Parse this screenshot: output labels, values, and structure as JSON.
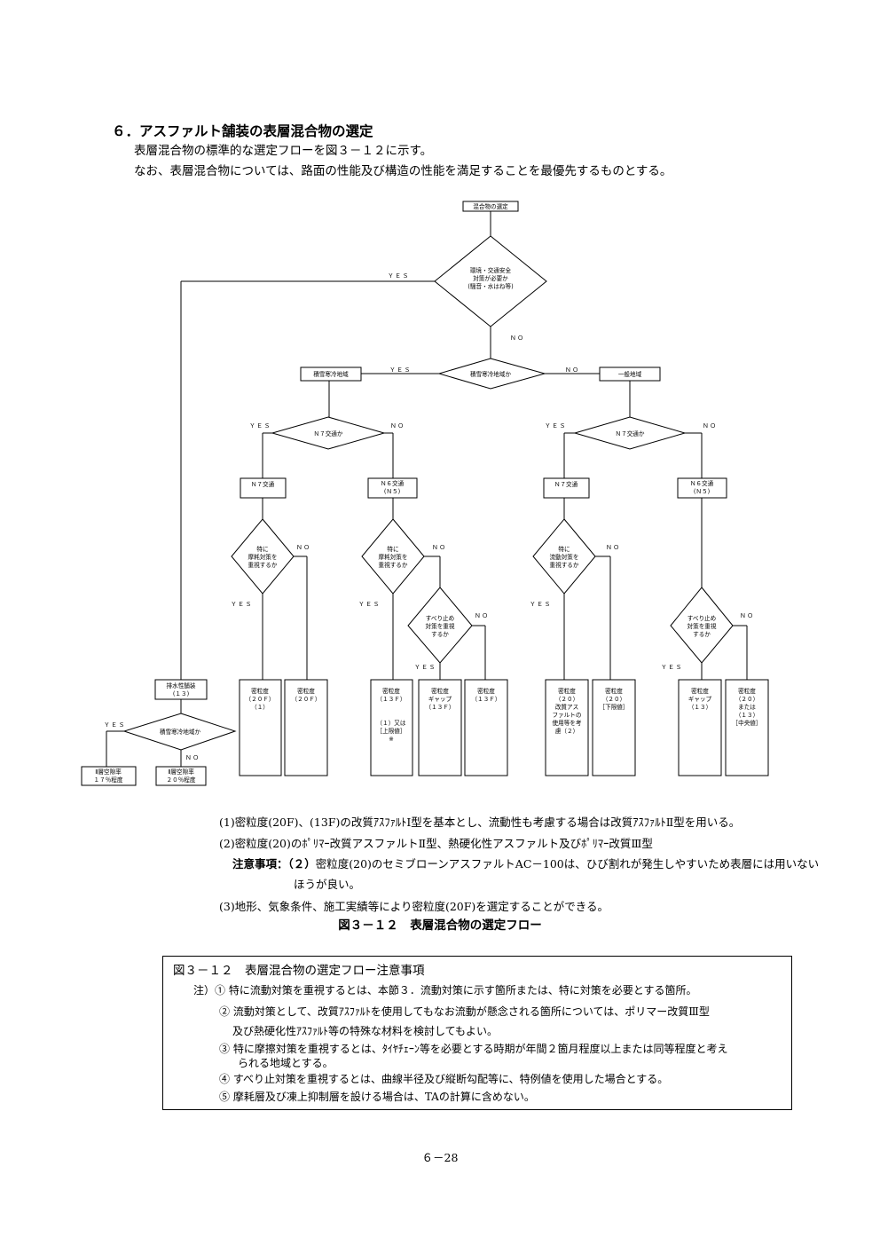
{
  "section": {
    "heading": "６．アスファルト舗装の表層混合物の選定",
    "intro_1": "表層混合物の標準的な選定フローを図３－１２に示す。",
    "intro_2": "なお、表層混合物については、路面の性能及び構造の性能を満足することを最優先するものとする。"
  },
  "flow": {
    "start": "混合物の選定",
    "q_env": [
      "環境・交通安全",
      "対策が必要か",
      "(騒音・水はね等)"
    ],
    "q_snow": "積雪寒冷地域か",
    "snow_region": "積雪寒冷地域",
    "general_region": "一般地域",
    "q_n7": "Ｎ７交通か",
    "n7": "Ｎ７交通",
    "n6": [
      "Ｎ６交通",
      "(Ｎ５)"
    ],
    "q_abrasion": [
      "特に",
      "摩耗対策を",
      "重視するか"
    ],
    "q_rut": [
      "特に",
      "流動対策を",
      "重視するか"
    ],
    "q_skid": [
      "すべり止め",
      "対策を重視",
      "するか"
    ],
    "q_snow2": "積雪寒冷地域か",
    "drain": [
      "排水性舗装",
      "(１３)"
    ],
    "void17": [
      "Ⅱ層空隙率",
      "１７％程度"
    ],
    "void20": [
      "Ⅱ層空隙率",
      "２０％程度"
    ],
    "r1": [
      "密粒度",
      "（２０Ｆ）",
      "（１）"
    ],
    "r2": [
      "密粒度",
      "（２０Ｆ）"
    ],
    "r3": [
      "密粒度",
      "（１３Ｆ）",
      "",
      "（１）又は",
      "［上限値］",
      "※"
    ],
    "r4": [
      "密粒度",
      "ギャップ",
      "（１３Ｆ）"
    ],
    "r5": [
      "密粒度",
      "（１３Ｆ）"
    ],
    "r6": [
      "密粒度",
      "（２０）",
      "改質アス",
      "ファルトの",
      "使用等を考",
      "慮（２）"
    ],
    "r7": [
      "密粒度",
      "（２０）",
      "［下限値］"
    ],
    "r8": [
      "密粒度",
      "ギャップ",
      "（１３）"
    ],
    "r9": [
      "密粒度",
      "（２０）",
      "または",
      "（１３）",
      "［中央値］"
    ],
    "yes": "ＹＥＳ",
    "no": "ＮＯ"
  },
  "notes": {
    "n1": "(1)密粒度(20F)、(13F)の改質ｱｽﾌｧﾙﾄⅠ型を基本とし、流動性も考慮する場合は改質ｱｽﾌｧﾙﾄⅡ型を用いる。",
    "n2": "(2)密粒度(20)のﾎﾟﾘﾏｰ改質アスファルトⅡ型、熱硬化性アスファルト及びﾎﾟﾘﾏｰ改質Ⅲ型",
    "n3_label": "注意事項：（２）",
    "n3": "密粒度(20)のセミブローンアスファルトAC－100は、ひび割れが発生しやすいため表層には用いない",
    "n3_cont": "ほうが良い。",
    "n4": "(3)地形、気象条件、施工実績等により密粒度(20F)を選定することができる。"
  },
  "figure_caption": "図３－１２　表層混合物の選定フロー",
  "caution_box": {
    "title": "図３－１２　表層混合物の選定フロー注意事項",
    "item1": "注）① 特に流動対策を重視するとは、本節３．流動対策に示す箇所または、特に対策を必要とする箇所。",
    "item2": "② 流動対策として、改質ｱｽﾌｧﾙﾄを使用してもなお流動が懸念される箇所については、ポリマー改質Ⅲ型",
    "item2_cont": "及び熱硬化性ｱｽﾌｧﾙﾄ等の特殊な材料を検討してもよい。",
    "item3": "③ 特に摩擦対策を重視するとは、ﾀｲﾔﾁｪｰﾝ等を必要とする時期が年間２箇月程度以上または同等程度と考え",
    "item3_cont": "られる地域とする。",
    "item4": "④ すべり止対策を重視するとは、曲線半径及び縦断勾配等に、特例値を使用した場合とする。",
    "item5": "⑤ 摩耗層及び凍上抑制層を設ける場合は、TAの計算に含めない。"
  },
  "page_number": "６－28"
}
